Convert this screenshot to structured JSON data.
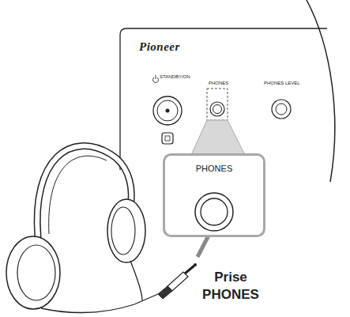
{
  "diagram": {
    "nodes": [
      {
        "text": [
          "PHONES"
        ]
      }
    ],
    "labels": [
      "Pioneer",
      "STANDBY/ON",
      "PHONES",
      "PHONES LEVEL",
      "Prise PHONES"
    ]
  }
}
